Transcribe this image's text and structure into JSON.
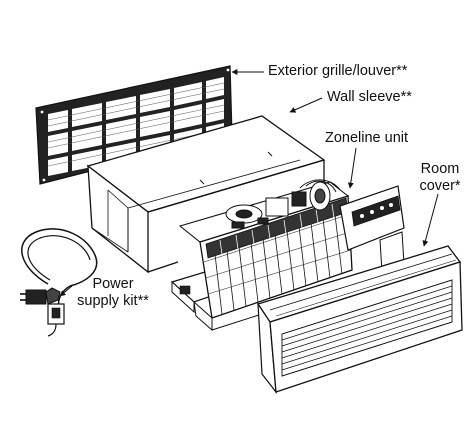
{
  "labels": {
    "exterior_grille": "Exterior grille/louver**",
    "wall_sleeve": "Wall sleeve**",
    "zoneline_unit": "Zoneline unit",
    "room_cover_line1": "Room",
    "room_cover_line2": "cover*",
    "power_supply_line1": "Power",
    "power_supply_line2": "supply kit**"
  },
  "colors": {
    "line": "#111111",
    "background": "#ffffff"
  }
}
